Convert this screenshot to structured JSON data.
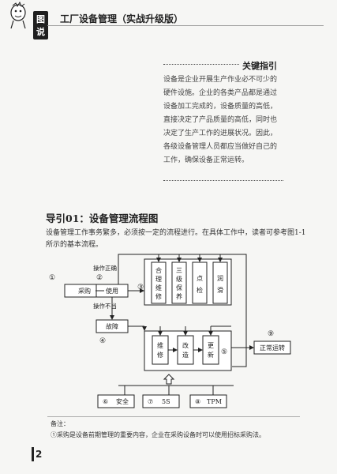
{
  "header": {
    "badge": "图说",
    "title": "工厂设备管理（实战升级版）"
  },
  "key_box": {
    "title": "关键指引",
    "text": "设备是企业开展生产作业必不可少的硬件设施。企业的各类产品都是通过设备加工完成的，设备质量的高低，直接决定了产品质量的高低，同时也决定了生产工作的进展状况。因此，各级设备管理人员都应当做好自己的工作，确保设备正常运转。"
  },
  "section": {
    "title": "导引01：设备管理流程图",
    "paragraph": "设备管理工作事务繁多，必须按一定的流程进行。在具体工作中，读者可参考图1-1所示的基本流程。"
  },
  "flow": {
    "purchase": "采购",
    "use": "使用",
    "fault": "故障",
    "normal": "正常运转",
    "op_correct": "操作正确",
    "op_wrong": "操作不当",
    "n1": "①",
    "n2": "②",
    "n3": "③",
    "n4": "④",
    "n5": "⑤",
    "n6": "⑥",
    "n7": "⑦",
    "n8": "⑧",
    "n9": "⑨",
    "maint_top": [
      "合理维修",
      "三级保养",
      "点检",
      "润滑"
    ],
    "maint_bottom": [
      "维修",
      "改造",
      "更新"
    ],
    "base": [
      "安全",
      "5S",
      "TPM"
    ]
  },
  "note": {
    "label": "备注：",
    "text": "①采购是设备前期管理的重要内容，企业在采购设备时可以使用招标采购法。"
  },
  "page_number": "2"
}
